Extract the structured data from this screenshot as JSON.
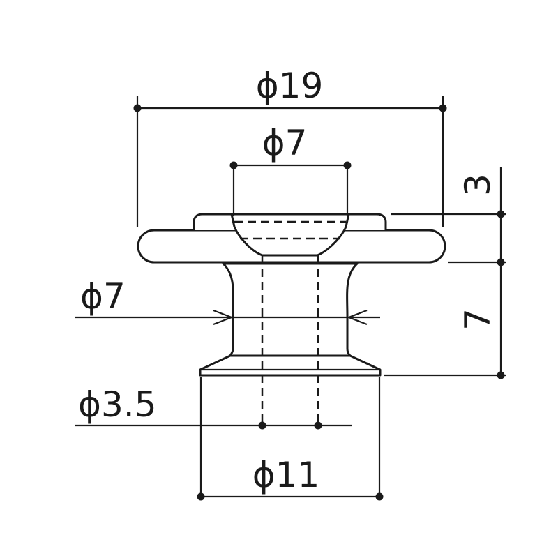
{
  "dimensions": {
    "top_diameter": "ϕ19",
    "head_diameter": "ϕ7",
    "waist_diameter": "ϕ7",
    "hole_diameter": "ϕ3.5",
    "base_diameter": "ϕ11",
    "flange_height": "3",
    "body_height": "7"
  }
}
